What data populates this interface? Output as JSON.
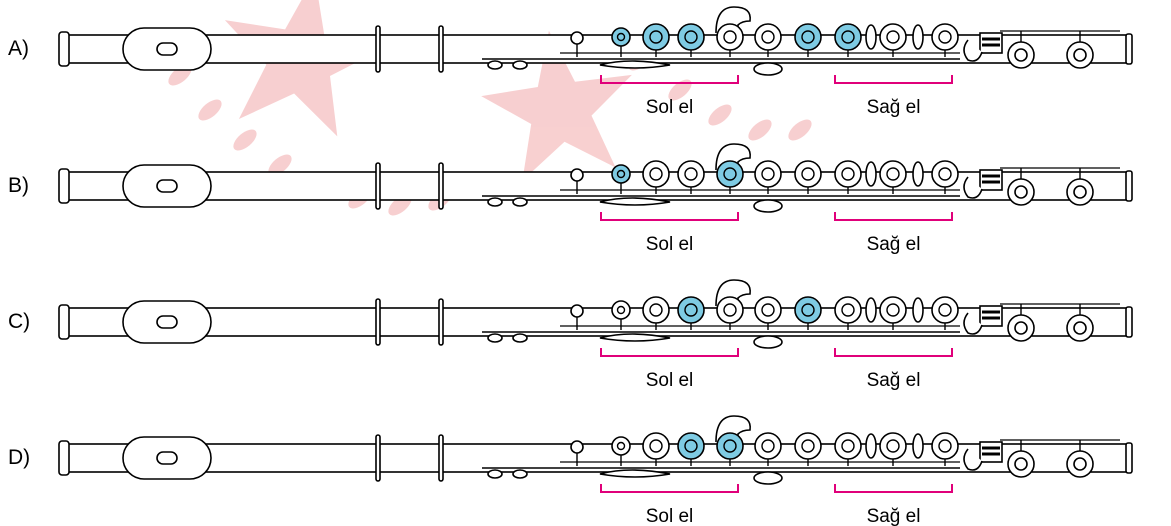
{
  "colors": {
    "key_pressed": "#7ecbe3",
    "key_open": "#ffffff",
    "bracket": "#e0007a",
    "outline": "#000000",
    "watermark": "#f2a9aa"
  },
  "options": [
    {
      "label": "A)",
      "left_hand": "Sol el",
      "right_hand": "Sağ el",
      "pressed": [
        true,
        true,
        true,
        false,
        false,
        true,
        true,
        false
      ]
    },
    {
      "label": "B)",
      "left_hand": "Sol el",
      "right_hand": "Sağ el",
      "pressed": [
        true,
        false,
        false,
        true,
        false,
        false,
        false,
        false
      ]
    },
    {
      "label": "C)",
      "left_hand": "Sol el",
      "right_hand": "Sağ el",
      "pressed": [
        false,
        false,
        true,
        false,
        false,
        true,
        false,
        false
      ]
    },
    {
      "label": "D)",
      "left_hand": "Sol el",
      "right_hand": "Sağ el",
      "pressed": [
        false,
        false,
        true,
        true,
        false,
        false,
        false,
        false
      ]
    }
  ]
}
